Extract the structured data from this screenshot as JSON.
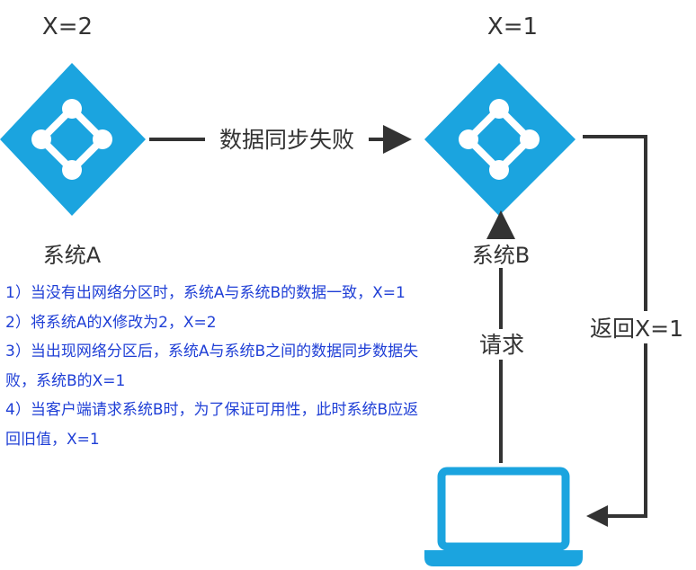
{
  "nodes": {
    "system_a": {
      "value_label": "X=2",
      "name": "系统A"
    },
    "system_b": {
      "value_label": "X=1",
      "name": "系统B"
    }
  },
  "edges": {
    "sync": {
      "label": "数据同步失败"
    },
    "request": {
      "label": "请求"
    },
    "return": {
      "label": "返回X=1"
    }
  },
  "notes": [
    "1）当没有出网络分区时，系统A与系统B的数据一致，X=1",
    "2）将系统A的X修改为2，X=2",
    "3）当出现网络分区后，系统A与系统B之间的数据同步数据失败，系统B的X=1",
    "4）当客户端请求系统B时，为了保证可用性，此时系统B应返回旧值，X=1"
  ],
  "colors": {
    "node_fill": "#1ba4df",
    "arrow": "#333333",
    "text": "#333333",
    "note_text": "#1f3fd6",
    "laptop": "#1ba4df"
  },
  "icons": {
    "system_node": "network-diamond-icon",
    "client": "laptop-icon"
  }
}
